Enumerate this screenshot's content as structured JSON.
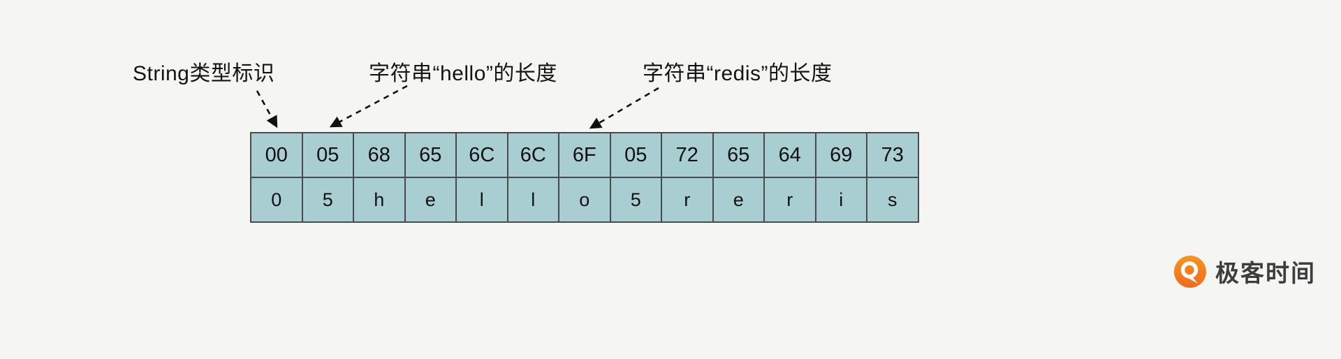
{
  "annotations": {
    "string_type_label": "String类型标识",
    "hello_length_label": "字符串“hello”的长度",
    "redis_length_label": "字符串“redis”的长度"
  },
  "byte_table": {
    "hex_row": [
      "00",
      "05",
      "68",
      "65",
      "6C",
      "6C",
      "6F",
      "05",
      "72",
      "65",
      "64",
      "69",
      "73"
    ],
    "char_row": [
      "0",
      "5",
      "h",
      "e",
      "l",
      "l",
      "o",
      "5",
      "r",
      "e",
      "r",
      "i",
      "s"
    ]
  },
  "branding": {
    "logo_text": "极客时间",
    "logo_icon": "geektime-logo-icon"
  },
  "colors": {
    "background": "#f5f5f3",
    "cell_fill": "#a9ced2",
    "grid_line": "#4a4a4a",
    "arrow": "#111111",
    "logo_orange": "#ef6f1e",
    "text": "#111111"
  }
}
